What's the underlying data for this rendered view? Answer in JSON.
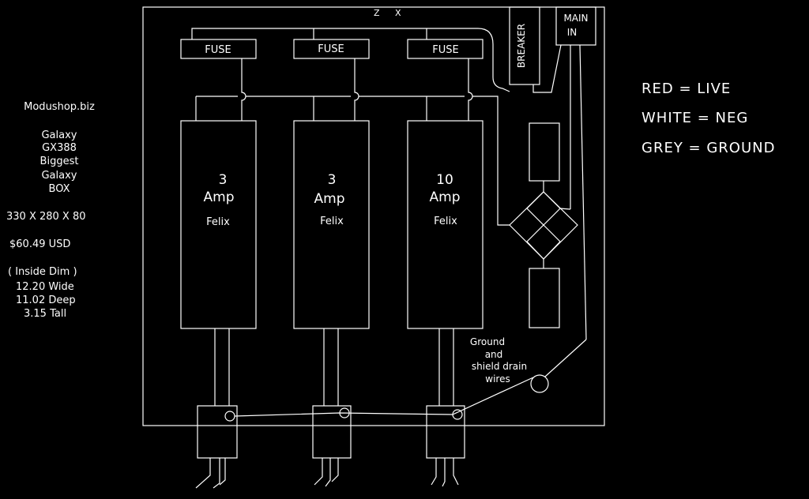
{
  "sidebar": {
    "site": "Modushop.biz",
    "product_lines": [
      "Galaxy",
      "GX388",
      "Biggest",
      "Galaxy",
      "BOX"
    ],
    "dimensions": "330 X 280 X 80",
    "price": "$60.49 USD",
    "inside_dim": {
      "heading": "( Inside Dim )",
      "lines": [
        "12.20 Wide",
        "11.02 Deep",
        "3.15 Tall"
      ]
    }
  },
  "legend": [
    "RED = LIVE",
    "WHITE = NEG",
    "GREY = GROUND"
  ],
  "diagram": {
    "axis_marks": [
      "Z",
      "X"
    ],
    "fuse_label": "FUSE",
    "breaker_label": "BREAKER",
    "main_in_label": [
      "MAIN",
      "IN"
    ],
    "supplies": [
      {
        "amps": "3",
        "unit": "Amp",
        "brand": "Felix"
      },
      {
        "amps": "3",
        "unit": "Amp",
        "brand": "Felix"
      },
      {
        "amps": "10",
        "unit": "Amp",
        "brand": "Felix"
      }
    ],
    "ground_note": [
      "Ground",
      "and",
      "shield drain",
      "wires"
    ]
  },
  "colors": {
    "background": "#000000",
    "line": "#ffffff"
  }
}
